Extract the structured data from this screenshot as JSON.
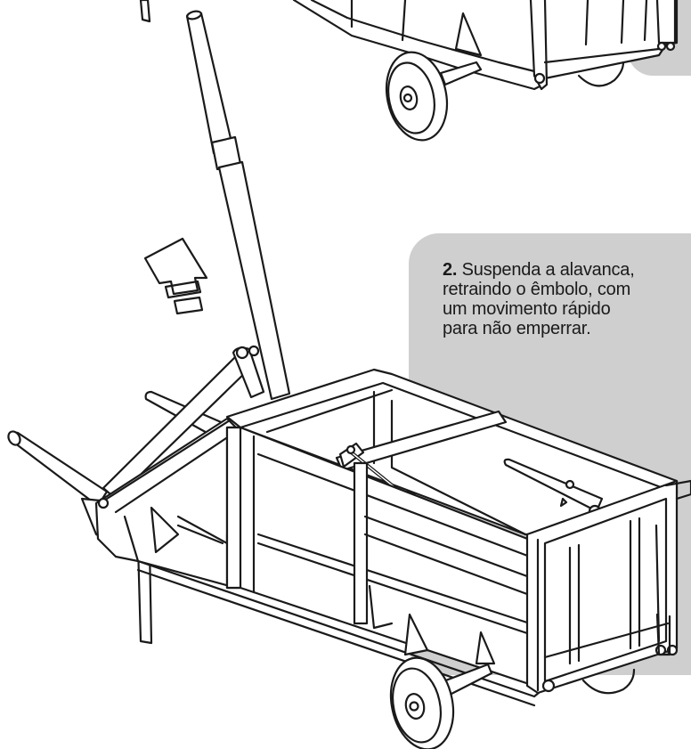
{
  "instruction": {
    "step_number": "2.",
    "lines": [
      "Suspenda a alavanca,",
      "retraindo o êmbolo, com",
      "um movimento rápido",
      "para não emperrar."
    ]
  },
  "colors": {
    "panel": "#cfcfcf",
    "line": "#1a1a1a",
    "fill": "#ffffff"
  },
  "icons": {
    "arrow": "up-arrow-icon"
  }
}
